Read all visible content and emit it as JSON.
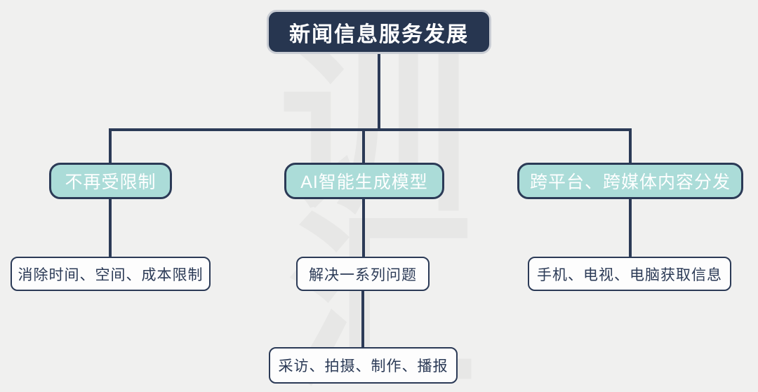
{
  "diagram": {
    "root": {
      "label": "新闻信息服务发展"
    },
    "branches": {
      "left": {
        "label": "不再受限制",
        "child": {
          "label": "消除时间、空间、成本限制"
        }
      },
      "center": {
        "label": "AI智能生成模型",
        "child": {
          "label": "解决一系列问题"
        },
        "grandchild": {
          "label": "采访、拍摄、制作、播报"
        }
      },
      "right": {
        "label": "跨平台、跨媒体内容分发",
        "child": {
          "label": "手机、电视、电脑获取信息"
        }
      }
    }
  },
  "watermark": {
    "top_char": "训",
    "bottom_char": "汇"
  },
  "colors": {
    "navy": "#2b3a56",
    "teal": "#abdcd8",
    "background": "#f0f0ef",
    "node_text_light": "#ffffff",
    "watermark_gray": "#e7e7e6",
    "title_edge": "#c9cdd4"
  }
}
